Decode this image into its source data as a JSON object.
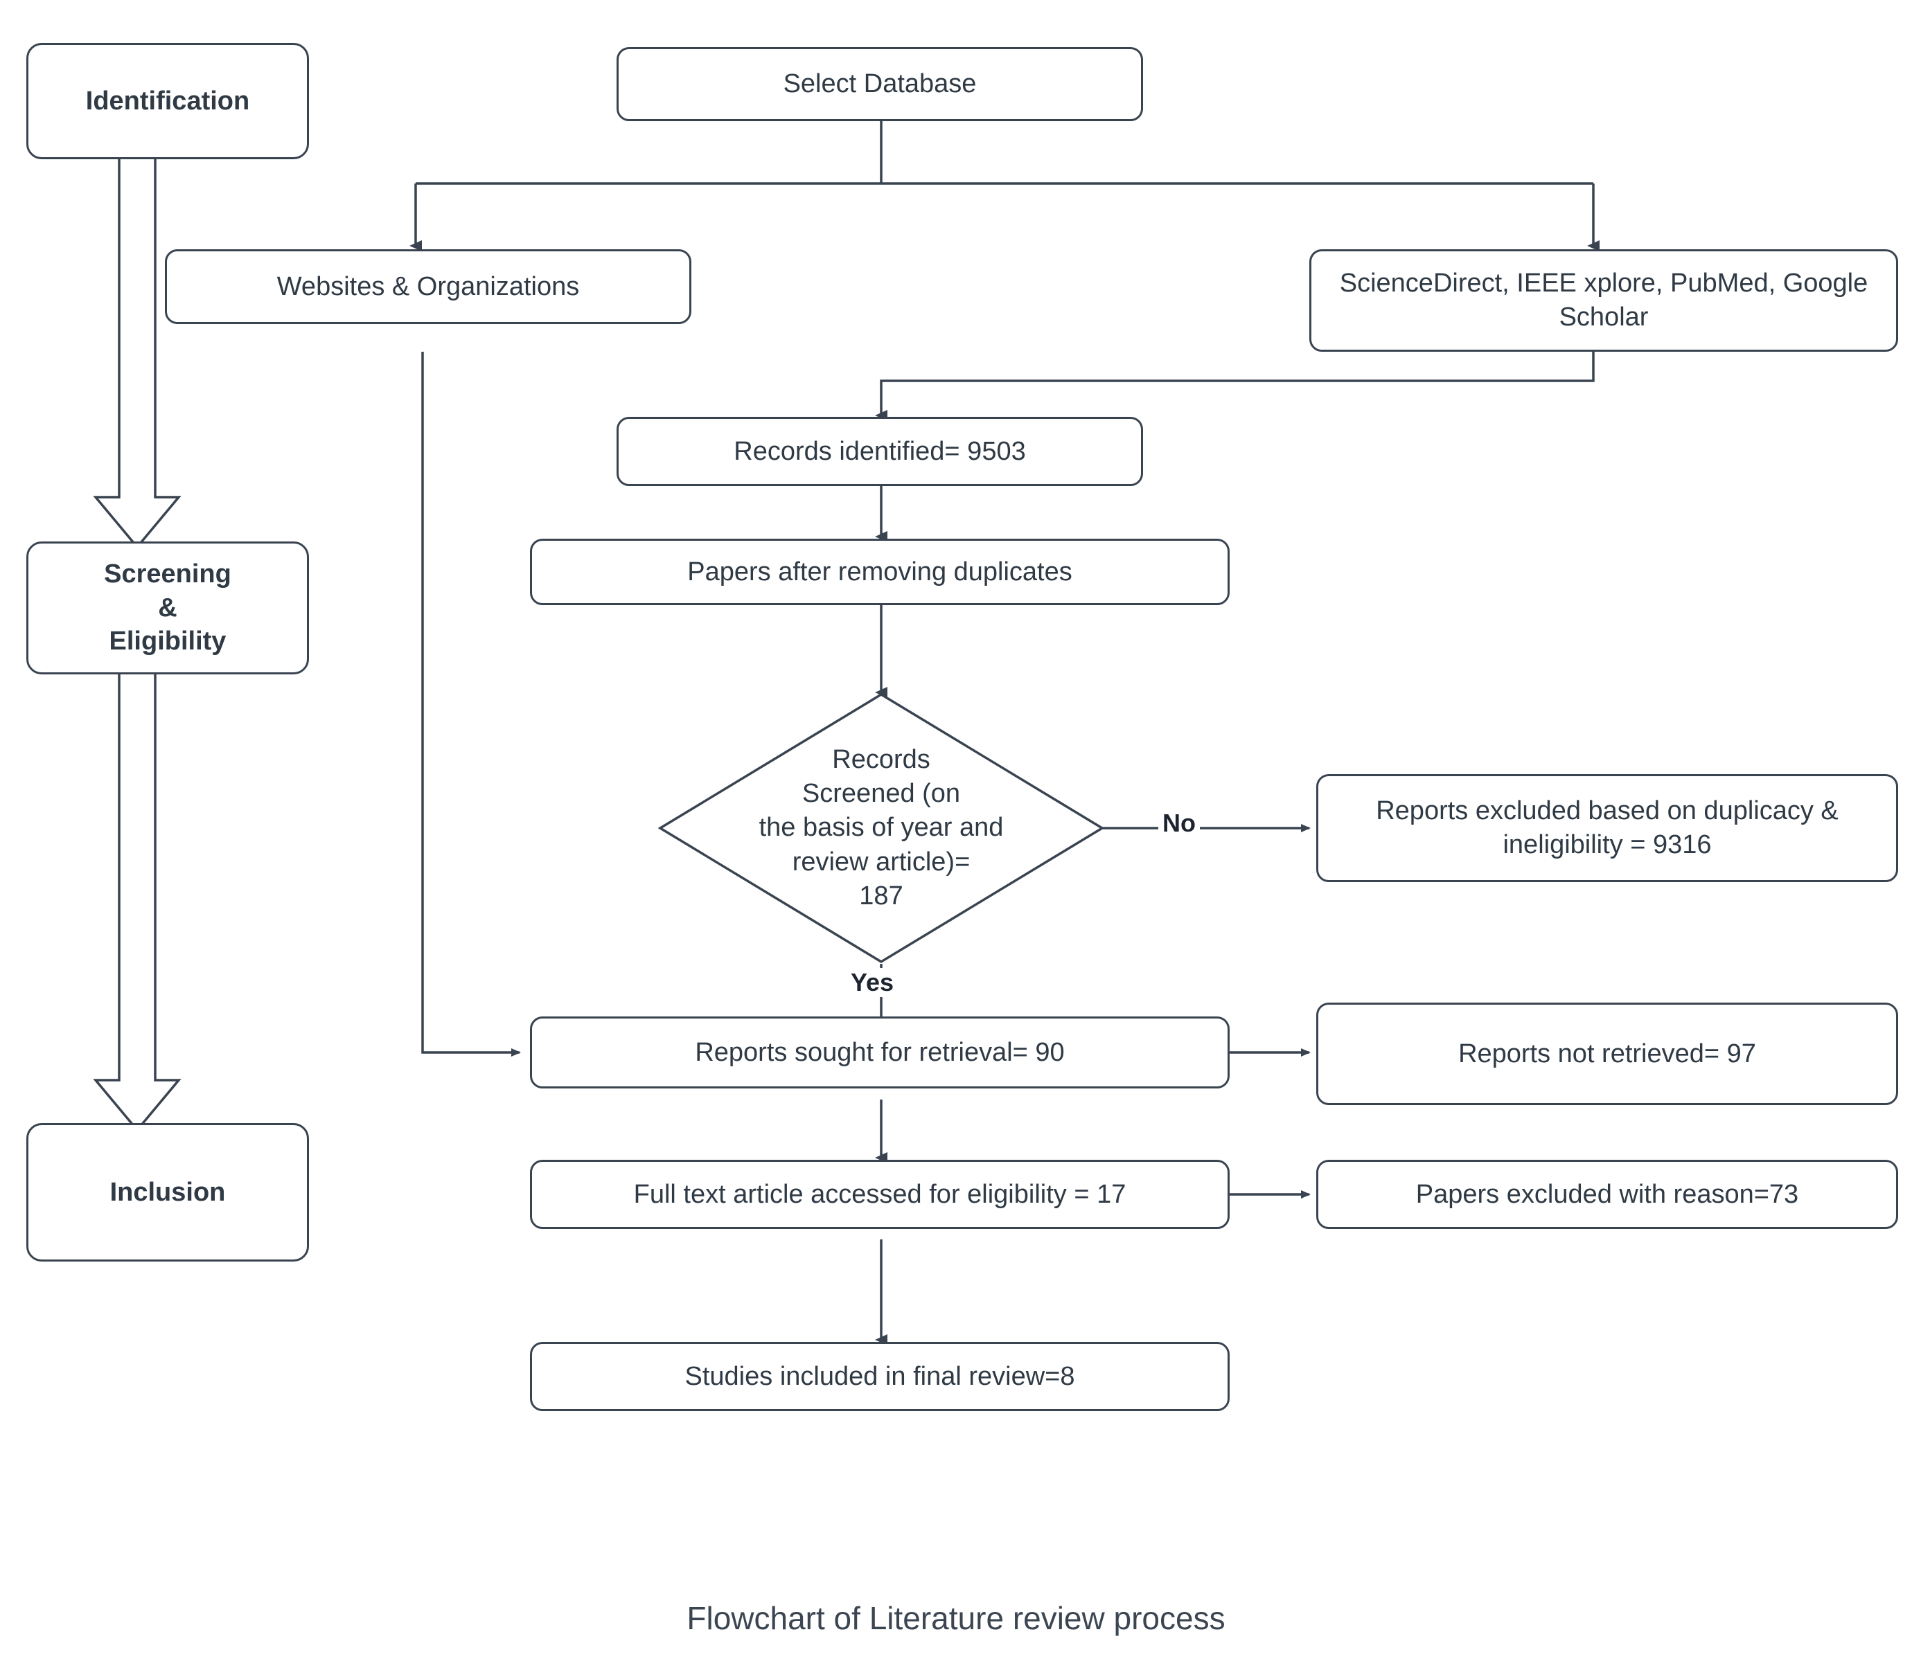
{
  "figure": {
    "caption": "Flowchart of Literature review process",
    "accent_color": "#3a4450",
    "text_color": "#2f3a45",
    "background": "#ffffff"
  },
  "stages": [
    {
      "id": "identification",
      "label": "Identification"
    },
    {
      "id": "screening_eligibility",
      "label": "Screening\n&\nEligibility"
    },
    {
      "id": "inclusion",
      "label": "Inclusion"
    }
  ],
  "nodes": [
    {
      "id": "select_database",
      "label": "Select Database"
    },
    {
      "id": "websites_orgs",
      "label": "Websites & Organizations"
    },
    {
      "id": "databases",
      "label": "ScienceDirect, IEEE xplore, PubMed, Google Scholar"
    },
    {
      "id": "records_identified",
      "label": "Records identified= 9503"
    },
    {
      "id": "papers_after_duplicates",
      "label": "Papers after removing duplicates"
    },
    {
      "id": "records_screened",
      "label": "Records\nScreened (on\nthe basis of year and\nreview article)=\n187",
      "shape": "diamond"
    },
    {
      "id": "reports_excluded",
      "label": "Reports excluded based on duplicacy & ineligibility = 9316"
    },
    {
      "id": "reports_sought",
      "label": "Reports sought for retrieval= 90"
    },
    {
      "id": "reports_not_retrieved",
      "label": "Reports not retrieved= 97"
    },
    {
      "id": "full_text_accessed",
      "label": "Full text article accessed for eligibility = 17"
    },
    {
      "id": "papers_excluded_reason",
      "label": "Papers excluded with reason=73"
    },
    {
      "id": "studies_included",
      "label": "Studies included in final review=8"
    }
  ],
  "edge_labels": {
    "no": "No",
    "yes": "Yes"
  },
  "chart_data": {
    "type": "diagram",
    "title": "Flowchart of Literature review process",
    "nodes": [
      "Identification",
      "Screening & Eligibility",
      "Inclusion",
      "Select Database",
      "Websites & Organizations",
      "ScienceDirect, IEEE xplore, PubMed, Google Scholar",
      "Records identified= 9503",
      "Papers after removing duplicates",
      "Records Screened (on the basis of year and review article)= 187",
      "Reports excluded based on duplicacy & ineligibility = 9316",
      "Reports sought for retrieval= 90",
      "Reports not retrieved= 97",
      "Full text article accessed for eligibility = 17",
      "Papers excluded with reason=73",
      "Studies included in final review=8"
    ],
    "edges": [
      {
        "from": "Identification",
        "to": "Screening & Eligibility",
        "label": ""
      },
      {
        "from": "Screening & Eligibility",
        "to": "Inclusion",
        "label": ""
      },
      {
        "from": "Select Database",
        "to": "Websites & Organizations",
        "label": ""
      },
      {
        "from": "Select Database",
        "to": "ScienceDirect, IEEE xplore, PubMed, Google Scholar",
        "label": ""
      },
      {
        "from": "ScienceDirect, IEEE xplore, PubMed, Google Scholar",
        "to": "Records identified= 9503",
        "label": ""
      },
      {
        "from": "Records identified= 9503",
        "to": "Papers after removing duplicates",
        "label": ""
      },
      {
        "from": "Papers after removing duplicates",
        "to": "Records Screened (on the basis of year and review article)= 187",
        "label": ""
      },
      {
        "from": "Records Screened (on the basis of year and review article)= 187",
        "to": "Reports excluded based on duplicacy & ineligibility = 9316",
        "label": "No"
      },
      {
        "from": "Records Screened (on the basis of year and review article)= 187",
        "to": "Reports sought for retrieval= 90",
        "label": "Yes"
      },
      {
        "from": "Websites & Organizations",
        "to": "Reports sought for retrieval= 90",
        "label": ""
      },
      {
        "from": "Reports sought for retrieval= 90",
        "to": "Reports not retrieved= 97",
        "label": ""
      },
      {
        "from": "Reports sought for retrieval= 90",
        "to": "Full text article accessed for eligibility = 17",
        "label": ""
      },
      {
        "from": "Full text article accessed for eligibility = 17",
        "to": "Papers excluded with reason=73",
        "label": ""
      },
      {
        "from": "Full text article accessed for eligibility = 17",
        "to": "Studies included in final review=8",
        "label": ""
      }
    ],
    "counts": {
      "records_identified": 9503,
      "records_screened": 187,
      "reports_excluded": 9316,
      "reports_sought": 90,
      "reports_not_retrieved": 97,
      "full_text_accessed": 17,
      "papers_excluded": 73,
      "studies_included": 8
    }
  }
}
